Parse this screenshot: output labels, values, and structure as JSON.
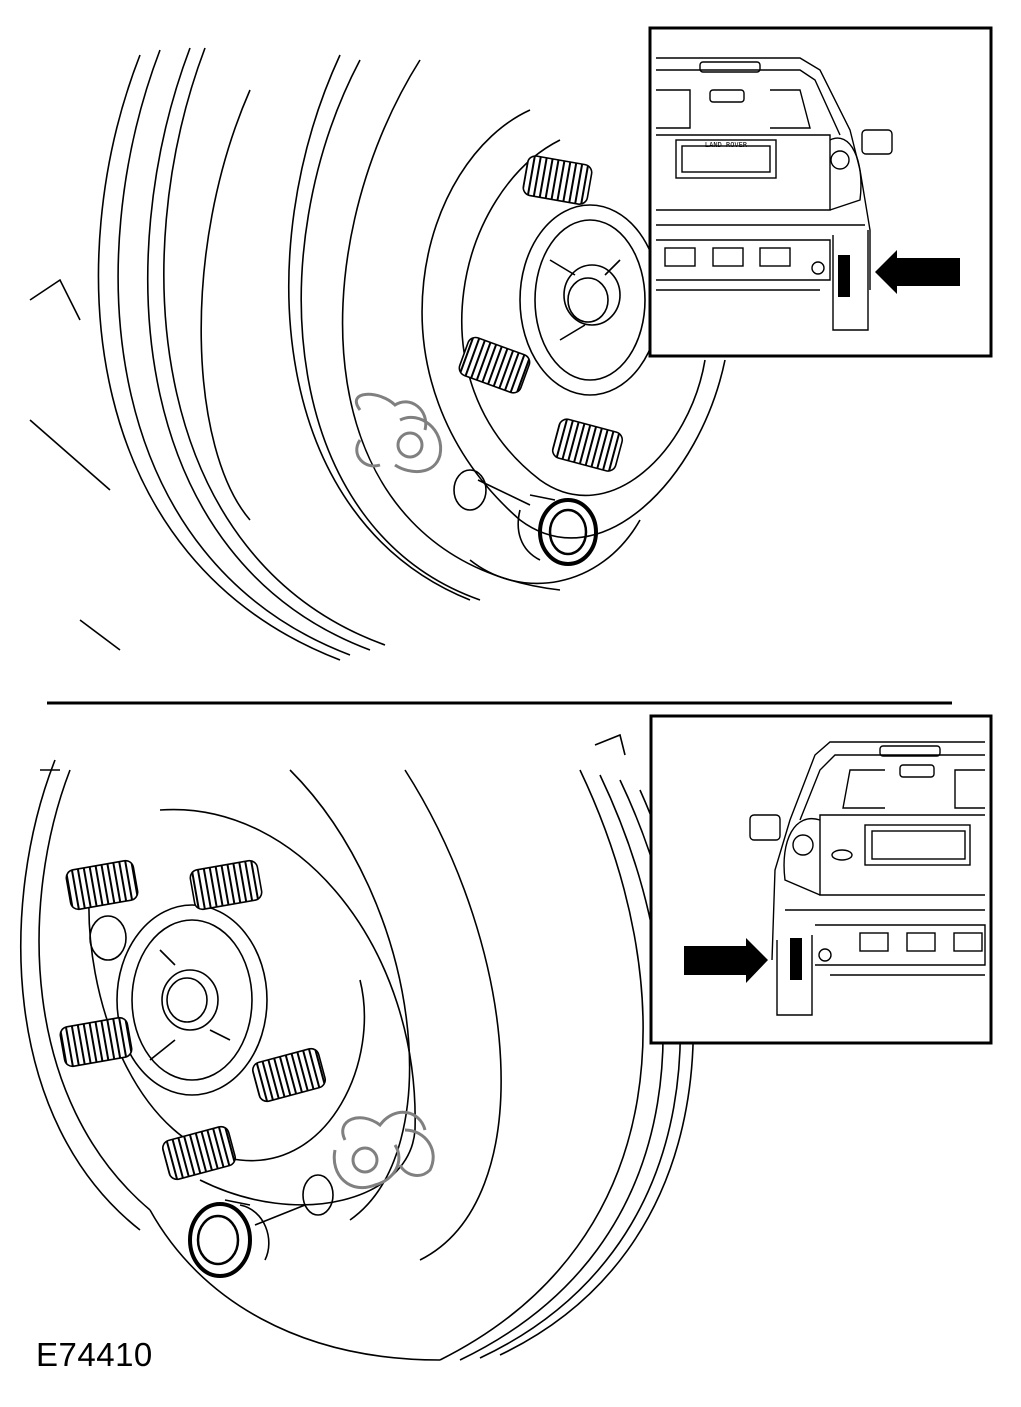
{
  "figure": {
    "reference_code": "E74410",
    "badge_text": "LAND ROVER"
  },
  "colors": {
    "line": "#000000",
    "background": "#ffffff",
    "ghost_component": "#808080",
    "arrow": "#000000"
  },
  "panels": [
    {
      "id": "top",
      "view": "left-rear wheel hub, tyre outline, grommet being fitted",
      "inset_arrow_direction": "left"
    },
    {
      "id": "bottom",
      "view": "right-rear wheel hub, tyre outline, grommet being fitted",
      "inset_arrow_direction": "right"
    }
  ],
  "icons": [
    "wheel-stud-icon",
    "grommet-icon",
    "sensor-clip-icon",
    "locator-arrow-icon"
  ]
}
